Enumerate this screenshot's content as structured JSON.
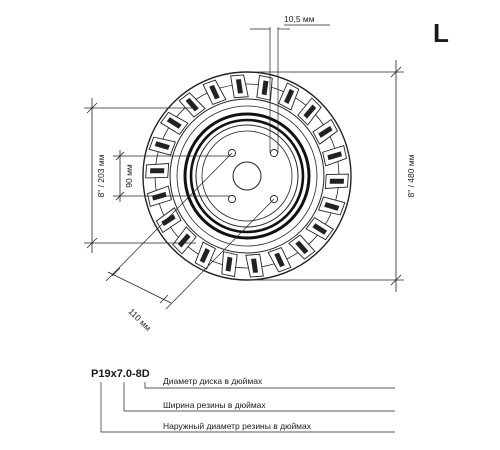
{
  "corner_letter": "L",
  "dims": {
    "bolt_hole": "10,5 мм",
    "outer_diameter": "8\" / 480 мм",
    "rim_diameter": "8\" / 203 мм",
    "center_bore": "90 мм",
    "bolt_circle": "110 мм"
  },
  "legend": {
    "code": "P19x7.0-8D",
    "rim_diameter_label": "Диаметр диска в дюймах",
    "width_label": "Ширина резины в дюймах",
    "outer_diameter_label": "Наружный диаметр резины в дюймах"
  },
  "colors": {
    "ink": "#1a1a1a",
    "background": "#ffffff"
  }
}
